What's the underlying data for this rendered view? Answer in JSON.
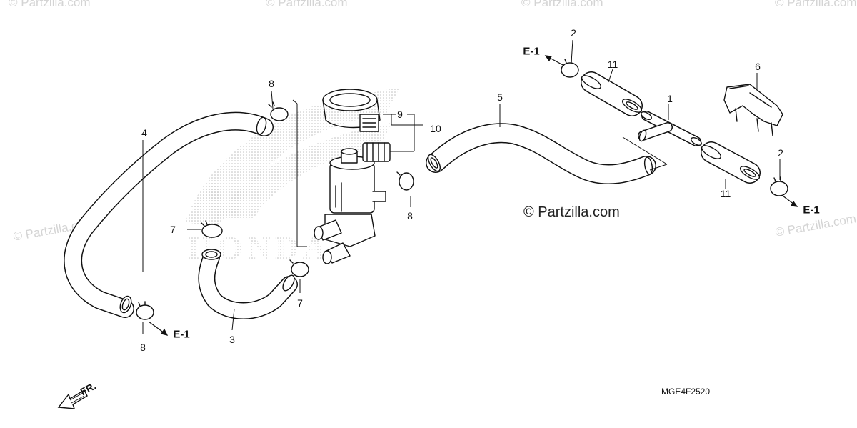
{
  "watermark": {
    "text": "© Partzilla.com",
    "copyright": "© Partzilla.com",
    "brand_mark": "HONDA"
  },
  "diagram": {
    "code": "MGE4F2520",
    "front_label": "FR.",
    "references": [
      "E-1",
      "E-1",
      "E-1"
    ],
    "callouts": [
      "1",
      "2",
      "2",
      "3",
      "4",
      "5",
      "6",
      "7",
      "7",
      "8",
      "8",
      "8",
      "9",
      "10",
      "11",
      "11"
    ]
  },
  "colors": {
    "line": "#111111",
    "watermark": "#d4d4d4",
    "brand_mark": "#c8c8c8"
  }
}
